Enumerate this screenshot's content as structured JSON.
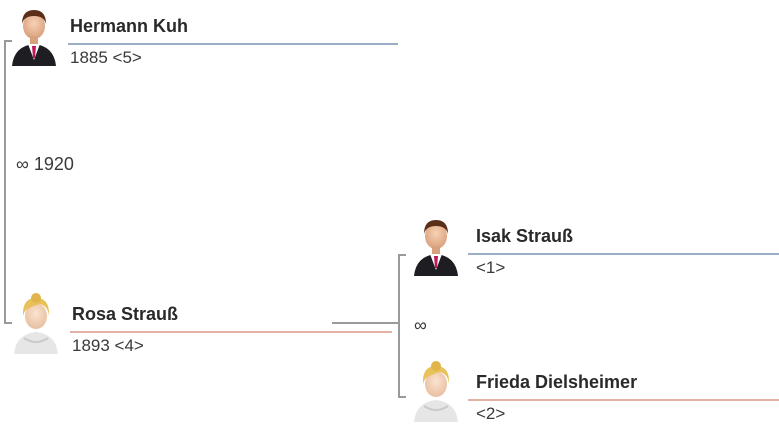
{
  "people": {
    "hermann": {
      "name": "Hermann Kuh",
      "info": "1885 <5>",
      "sex": "male"
    },
    "rosa": {
      "name": "Rosa Strauß",
      "info": "1893 <4>",
      "sex": "female"
    },
    "isak": {
      "name": "Isak Strauß",
      "info": "<1>",
      "sex": "male"
    },
    "frieda": {
      "name": "Frieda Dielsheimer",
      "info": "<2>",
      "sex": "female"
    }
  },
  "marriages": {
    "hermann_rosa": "∞ 1920",
    "isak_frieda": "∞"
  },
  "colors": {
    "male_rule": "#9aafc6",
    "female_rule": "#e3b0a4",
    "connector": "#9a9a9a"
  },
  "icons": {
    "male": "male-person-icon",
    "female": "female-person-icon"
  }
}
